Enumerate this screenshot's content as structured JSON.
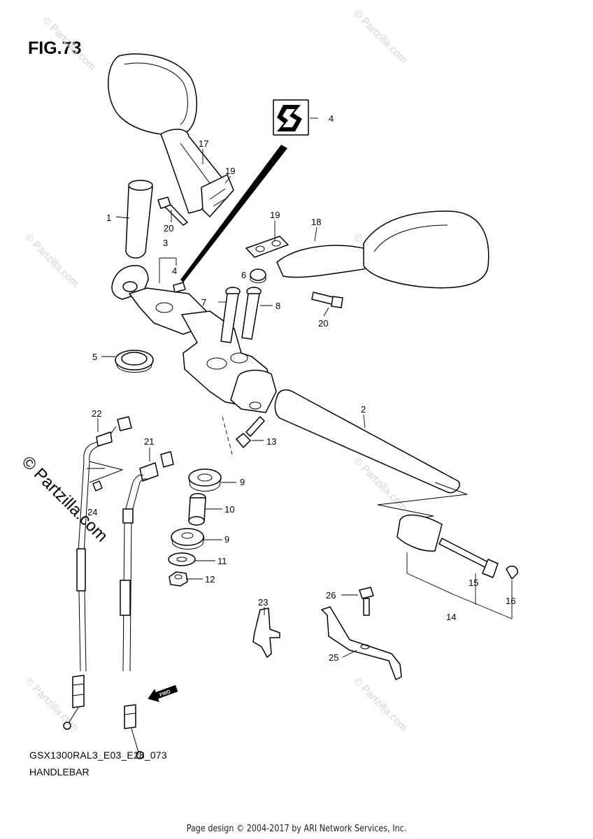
{
  "figure": {
    "title": "FIG.73",
    "model_code": "GSX1300RAL3_E03_E28_073",
    "section_name": "HANDLEBAR"
  },
  "credit": "Page design © 2004-2017 by ARI Network Services, Inc.",
  "fwd_arrow_label": "FWD",
  "watermarks": {
    "small": "© Partzilla.com",
    "large": "© Partzilla.com"
  },
  "callouts": [
    {
      "id": "c1",
      "text": "1"
    },
    {
      "id": "c2",
      "text": "2"
    },
    {
      "id": "c3",
      "text": "3"
    },
    {
      "id": "c4a",
      "text": "4"
    },
    {
      "id": "c4b",
      "text": "4"
    },
    {
      "id": "c5",
      "text": "5"
    },
    {
      "id": "c6",
      "text": "6"
    },
    {
      "id": "c7",
      "text": "7"
    },
    {
      "id": "c8",
      "text": "8"
    },
    {
      "id": "c9a",
      "text": "9"
    },
    {
      "id": "c9b",
      "text": "9"
    },
    {
      "id": "c10",
      "text": "10"
    },
    {
      "id": "c11",
      "text": "11"
    },
    {
      "id": "c12",
      "text": "12"
    },
    {
      "id": "c13",
      "text": "13"
    },
    {
      "id": "c14",
      "text": "14"
    },
    {
      "id": "c15",
      "text": "15"
    },
    {
      "id": "c16",
      "text": "16"
    },
    {
      "id": "c17",
      "text": "17"
    },
    {
      "id": "c18",
      "text": "18"
    },
    {
      "id": "c19a",
      "text": "19"
    },
    {
      "id": "c19b",
      "text": "19"
    },
    {
      "id": "c20a",
      "text": "20"
    },
    {
      "id": "c20b",
      "text": "20"
    },
    {
      "id": "c21",
      "text": "21"
    },
    {
      "id": "c22",
      "text": "22"
    },
    {
      "id": "c23",
      "text": "23"
    },
    {
      "id": "c24",
      "text": "24"
    },
    {
      "id": "c25",
      "text": "25"
    },
    {
      "id": "c26",
      "text": "26"
    }
  ]
}
